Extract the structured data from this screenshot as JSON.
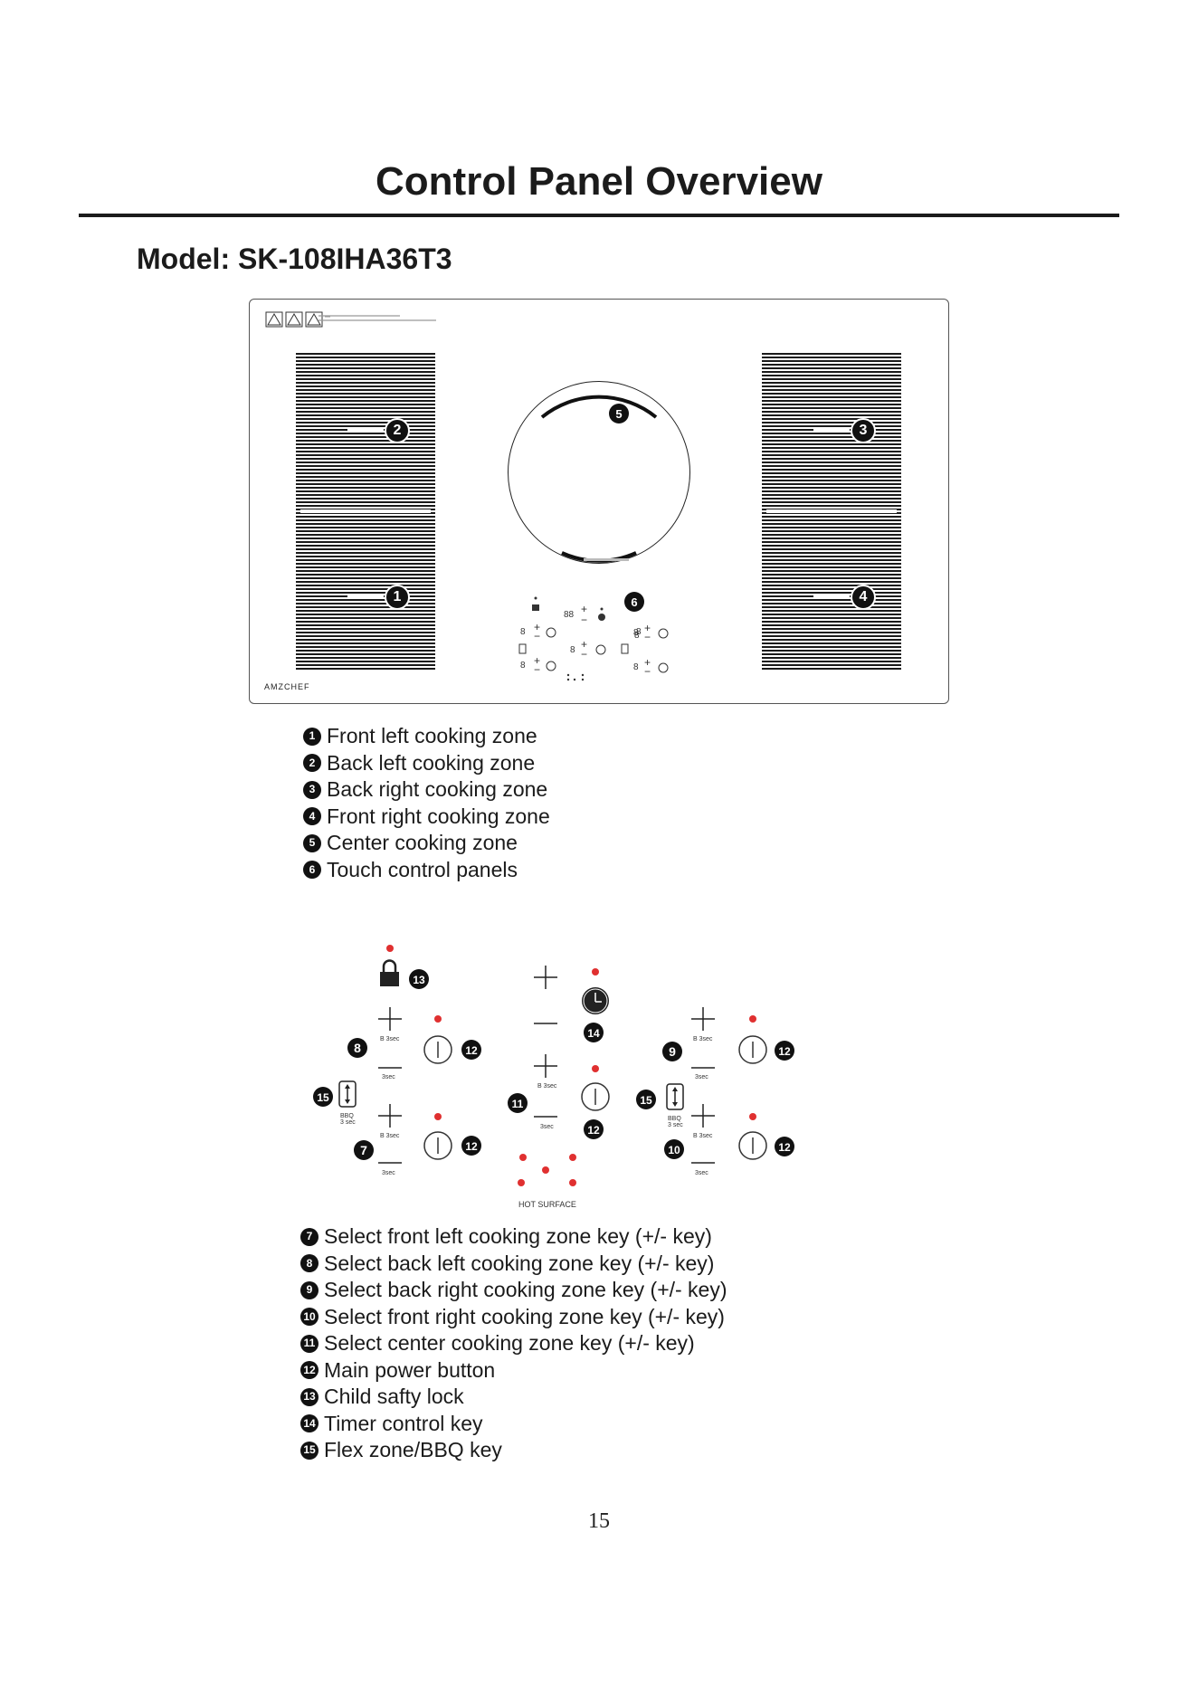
{
  "header": {
    "title": "Control Panel Overview",
    "model": "Model: SK-108IHA36T3"
  },
  "cooktop": {
    "brand": "AMZCHEF",
    "zone_badges": [
      "1",
      "2",
      "3",
      "4",
      "5",
      "6"
    ]
  },
  "zones_legend": [
    {
      "num": "1",
      "label": "Front left cooking zone"
    },
    {
      "num": "2",
      "label": "Back left cooking zone"
    },
    {
      "num": "3",
      "label": "Back right cooking zone"
    },
    {
      "num": "4",
      "label": "Front right cooking zone"
    },
    {
      "num": "5",
      "label": "Center cooking zone"
    },
    {
      "num": "6",
      "label": "Touch control panels"
    }
  ],
  "control_diagram": {
    "badges": [
      "7",
      "8",
      "9",
      "10",
      "11",
      "12",
      "13",
      "14",
      "15"
    ],
    "small_labels": {
      "boost": "B 3sec",
      "warm": "3sec",
      "bbq": "BBQ",
      "bbq_time": "3 sec"
    },
    "hot_surface": "HOT SURFACE"
  },
  "keys_legend": [
    {
      "num": "7",
      "label": "Select front left cooking zone key (+/- key)"
    },
    {
      "num": "8",
      "label": "Select back left cooking zone key (+/- key)"
    },
    {
      "num": "9",
      "label": "Select back right cooking zone key (+/- key)"
    },
    {
      "num": "10",
      "label": "Select front right cooking zone key (+/- key)"
    },
    {
      "num": "11",
      "label": "Select center cooking zone key (+/- key)"
    },
    {
      "num": "12",
      "label": "Main power button"
    },
    {
      "num": "13",
      "label": "Child safty lock"
    },
    {
      "num": "14",
      "label": "Timer control key"
    },
    {
      "num": "15",
      "label": "Flex zone/BBQ key"
    }
  ],
  "footer": {
    "page_number": "15"
  },
  "colors": {
    "indicator": "#e03030",
    "ink": "#1b1b1b"
  }
}
